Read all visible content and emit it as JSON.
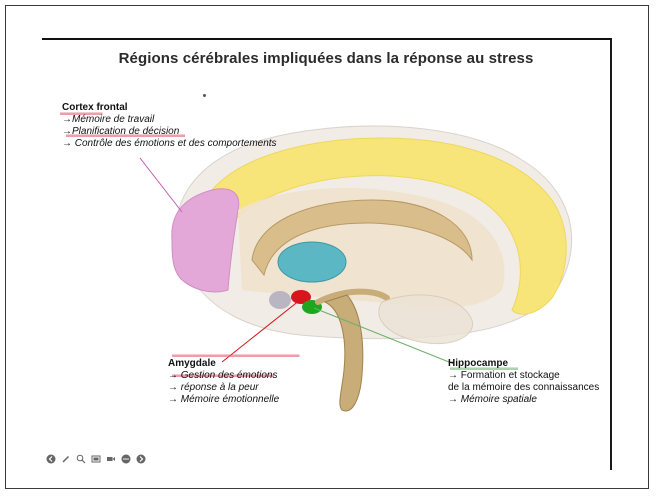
{
  "slide": {
    "title": "Régions cérébrales impliquées dans la réponse au stress"
  },
  "labels": {
    "cortex": {
      "title": "Cortex frontal",
      "items": [
        "→Mémoire de travail",
        "→Planification de décision",
        "→ Contrôle des émotions et des comportements"
      ]
    },
    "amygdale": {
      "title": "Amygdale",
      "items": [
        "→ Gestion des émotions",
        "→ réponse à la peur",
        "→ Mémoire émotionnelle"
      ]
    },
    "hippocampe": {
      "title": "Hippocampe",
      "items": [
        "→ Formation et stockage",
        "de la mémoire des connaissances",
        "→ Mémoire spatiale"
      ]
    }
  },
  "colors": {
    "cortex_frontal": "#e3a8d8",
    "cortex_yellow": "#f7e57a",
    "thalamus": "#5bb7c4",
    "amygdala": "#d6151c",
    "hippocampus": "#1ea61e",
    "brainstem": "#c9ad78",
    "pointer_line_cortex": "#c05cb5",
    "pointer_line_hippo": "#6ab06a"
  },
  "toolbar": {
    "icons": [
      "prev-icon",
      "pen-icon",
      "zoom-icon",
      "slides-icon",
      "video-icon",
      "options-icon",
      "next-icon"
    ]
  }
}
